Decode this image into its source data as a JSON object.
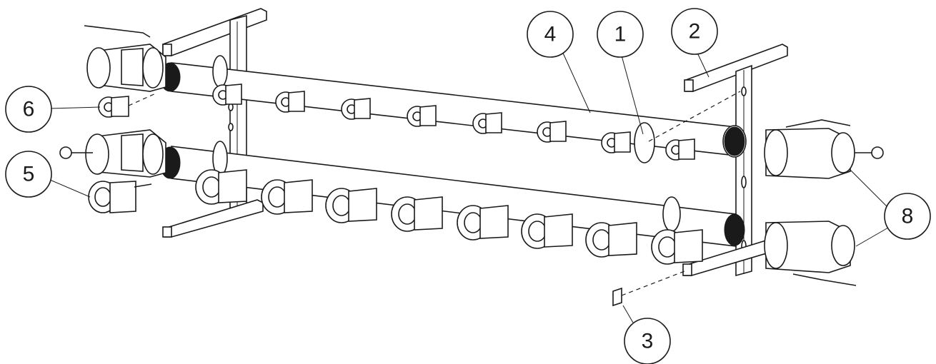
{
  "callouts": [
    {
      "id": "1",
      "label": "1"
    },
    {
      "id": "2",
      "label": "2"
    },
    {
      "id": "3",
      "label": "3"
    },
    {
      "id": "4",
      "label": "4"
    },
    {
      "id": "5",
      "label": "5"
    },
    {
      "id": "6",
      "label": "6"
    },
    {
      "id": "8",
      "label": "8"
    }
  ],
  "colors": {
    "line": "#1a1a1a",
    "background": "#ffffff"
  }
}
